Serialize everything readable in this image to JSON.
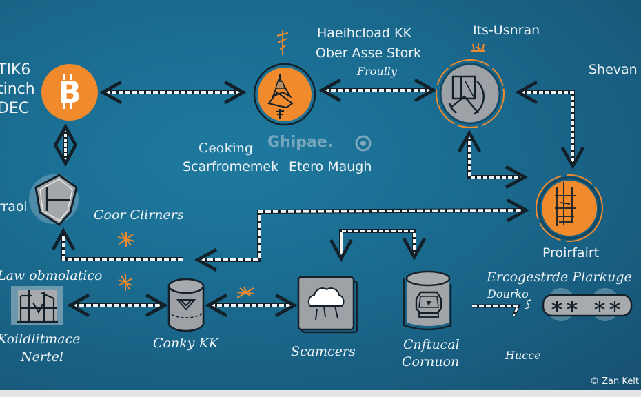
{
  "diagram": {
    "colors": {
      "background": "#1b6a8f",
      "accent_orange": "#f08a2c",
      "node_gray": "#9ea2a6",
      "line_white": "#f2f2f2",
      "outline_dark": "#14202a"
    },
    "nodes": [
      {
        "id": "bitcoin",
        "icon": "bitcoin-icon",
        "label_lines": [
          "TIK6",
          "tinch",
          "DEC"
        ]
      },
      {
        "id": "ethereum",
        "icon": "ethereum-icon",
        "label_lines": [
          "Haeihcload KK",
          "Ober Asse Stork",
          "Froully"
        ]
      },
      {
        "id": "wallet",
        "icon": "wallet-icon",
        "label_lines": [
          "Its-Usnran"
        ]
      },
      {
        "id": "hexagon",
        "icon": "hexagon-icon",
        "label_lines": [
          "rraol"
        ]
      },
      {
        "id": "processor",
        "icon": "ledger-icon",
        "label_lines": [
          "Proirfairt"
        ]
      },
      {
        "id": "building",
        "icon": "building-icon",
        "label_lines": [
          "Koildlitmace",
          "Nertel"
        ]
      },
      {
        "id": "database",
        "icon": "database-icon",
        "label_lines": [
          "Conky KK"
        ]
      },
      {
        "id": "cloud",
        "icon": "cloud-icon",
        "label_lines": [
          "Scamcers"
        ]
      },
      {
        "id": "storage",
        "icon": "storage-icon",
        "label_lines": [
          "Cnftucal",
          "Cornuon"
        ]
      },
      {
        "id": "keypad",
        "icon": "keypad-icon",
        "label_lines": [
          "Ercogestrde Plarkuge"
        ]
      }
    ],
    "labels": {
      "shevan": "Shevan",
      "ceoking": "Ceoking",
      "scarfromemek": "Scarfromemek",
      "etero_maugh": "Etero Maugh",
      "coor_clirners": "Coor Clirners",
      "law_obmolatico": "Law obmolatico",
      "dourko": "Dourko",
      "hucce": "Hucce",
      "watermark": "Ghipae.",
      "copyright": "© Zan Kelt"
    }
  }
}
